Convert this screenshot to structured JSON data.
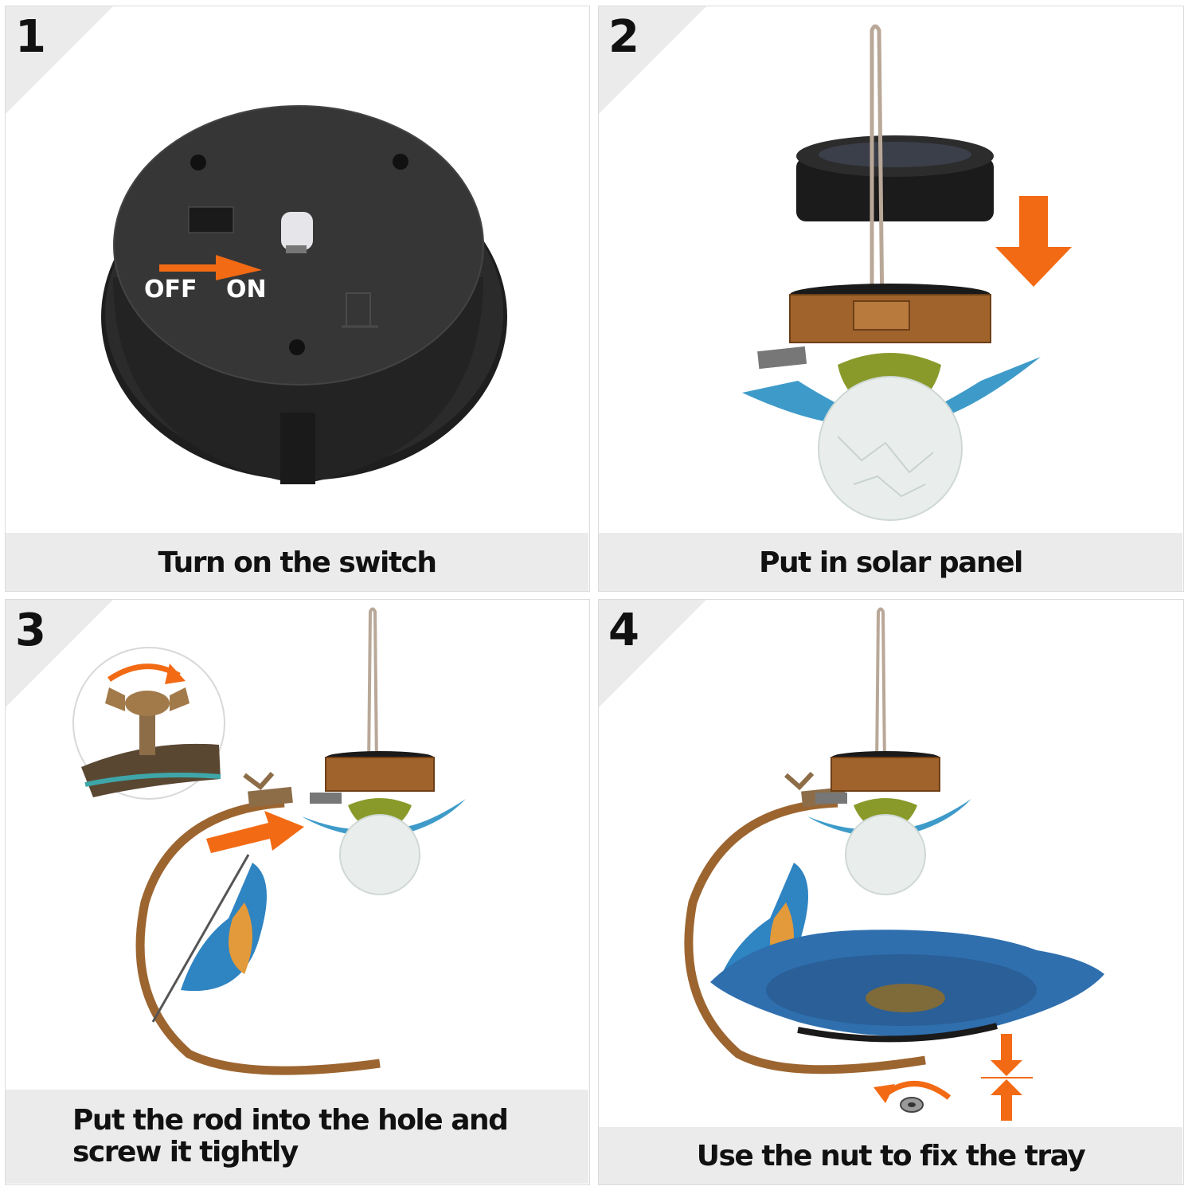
{
  "steps": [
    {
      "number": "1",
      "caption": "Turn on the switch",
      "labels": {
        "off": "OFF",
        "on": "ON"
      }
    },
    {
      "number": "2",
      "caption": "Put in solar panel"
    },
    {
      "number": "3",
      "caption": "Put the rod into the hole and screw it tightly"
    },
    {
      "number": "4",
      "caption": "Use the nut to fix the tray"
    }
  ],
  "colors": {
    "accent_orange": "#f26a13",
    "caption_bg": "#ebebeb",
    "bronze": "#a0632c",
    "petal_blue": "#3e9bc9",
    "dark_base": "#2a2a2a"
  },
  "icons": [
    "switch-base",
    "solar-panel",
    "down-arrow-icon",
    "lamp",
    "wing-nut",
    "rotate-arrow-icon",
    "bird-bath-tray",
    "butterfly-stand",
    "compress-arrows-icon"
  ]
}
